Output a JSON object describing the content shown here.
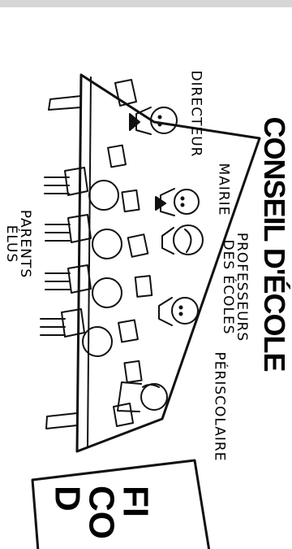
{
  "title": "CONSEIL D'ÉCOLE",
  "labels": {
    "directeur": "DIRECTEUR",
    "mairie": "MAIRIE",
    "professeurs_line1": "PROFESSEURS",
    "professeurs_line2": "DES ÉCOLES",
    "periscolaire": "PÉRISCOLAIRE",
    "parents_line1": "PARENTS",
    "parents_line2": "ÉLUS"
  },
  "sign": {
    "line1": "FI",
    "line2": "CO",
    "line3": "D"
  }
}
